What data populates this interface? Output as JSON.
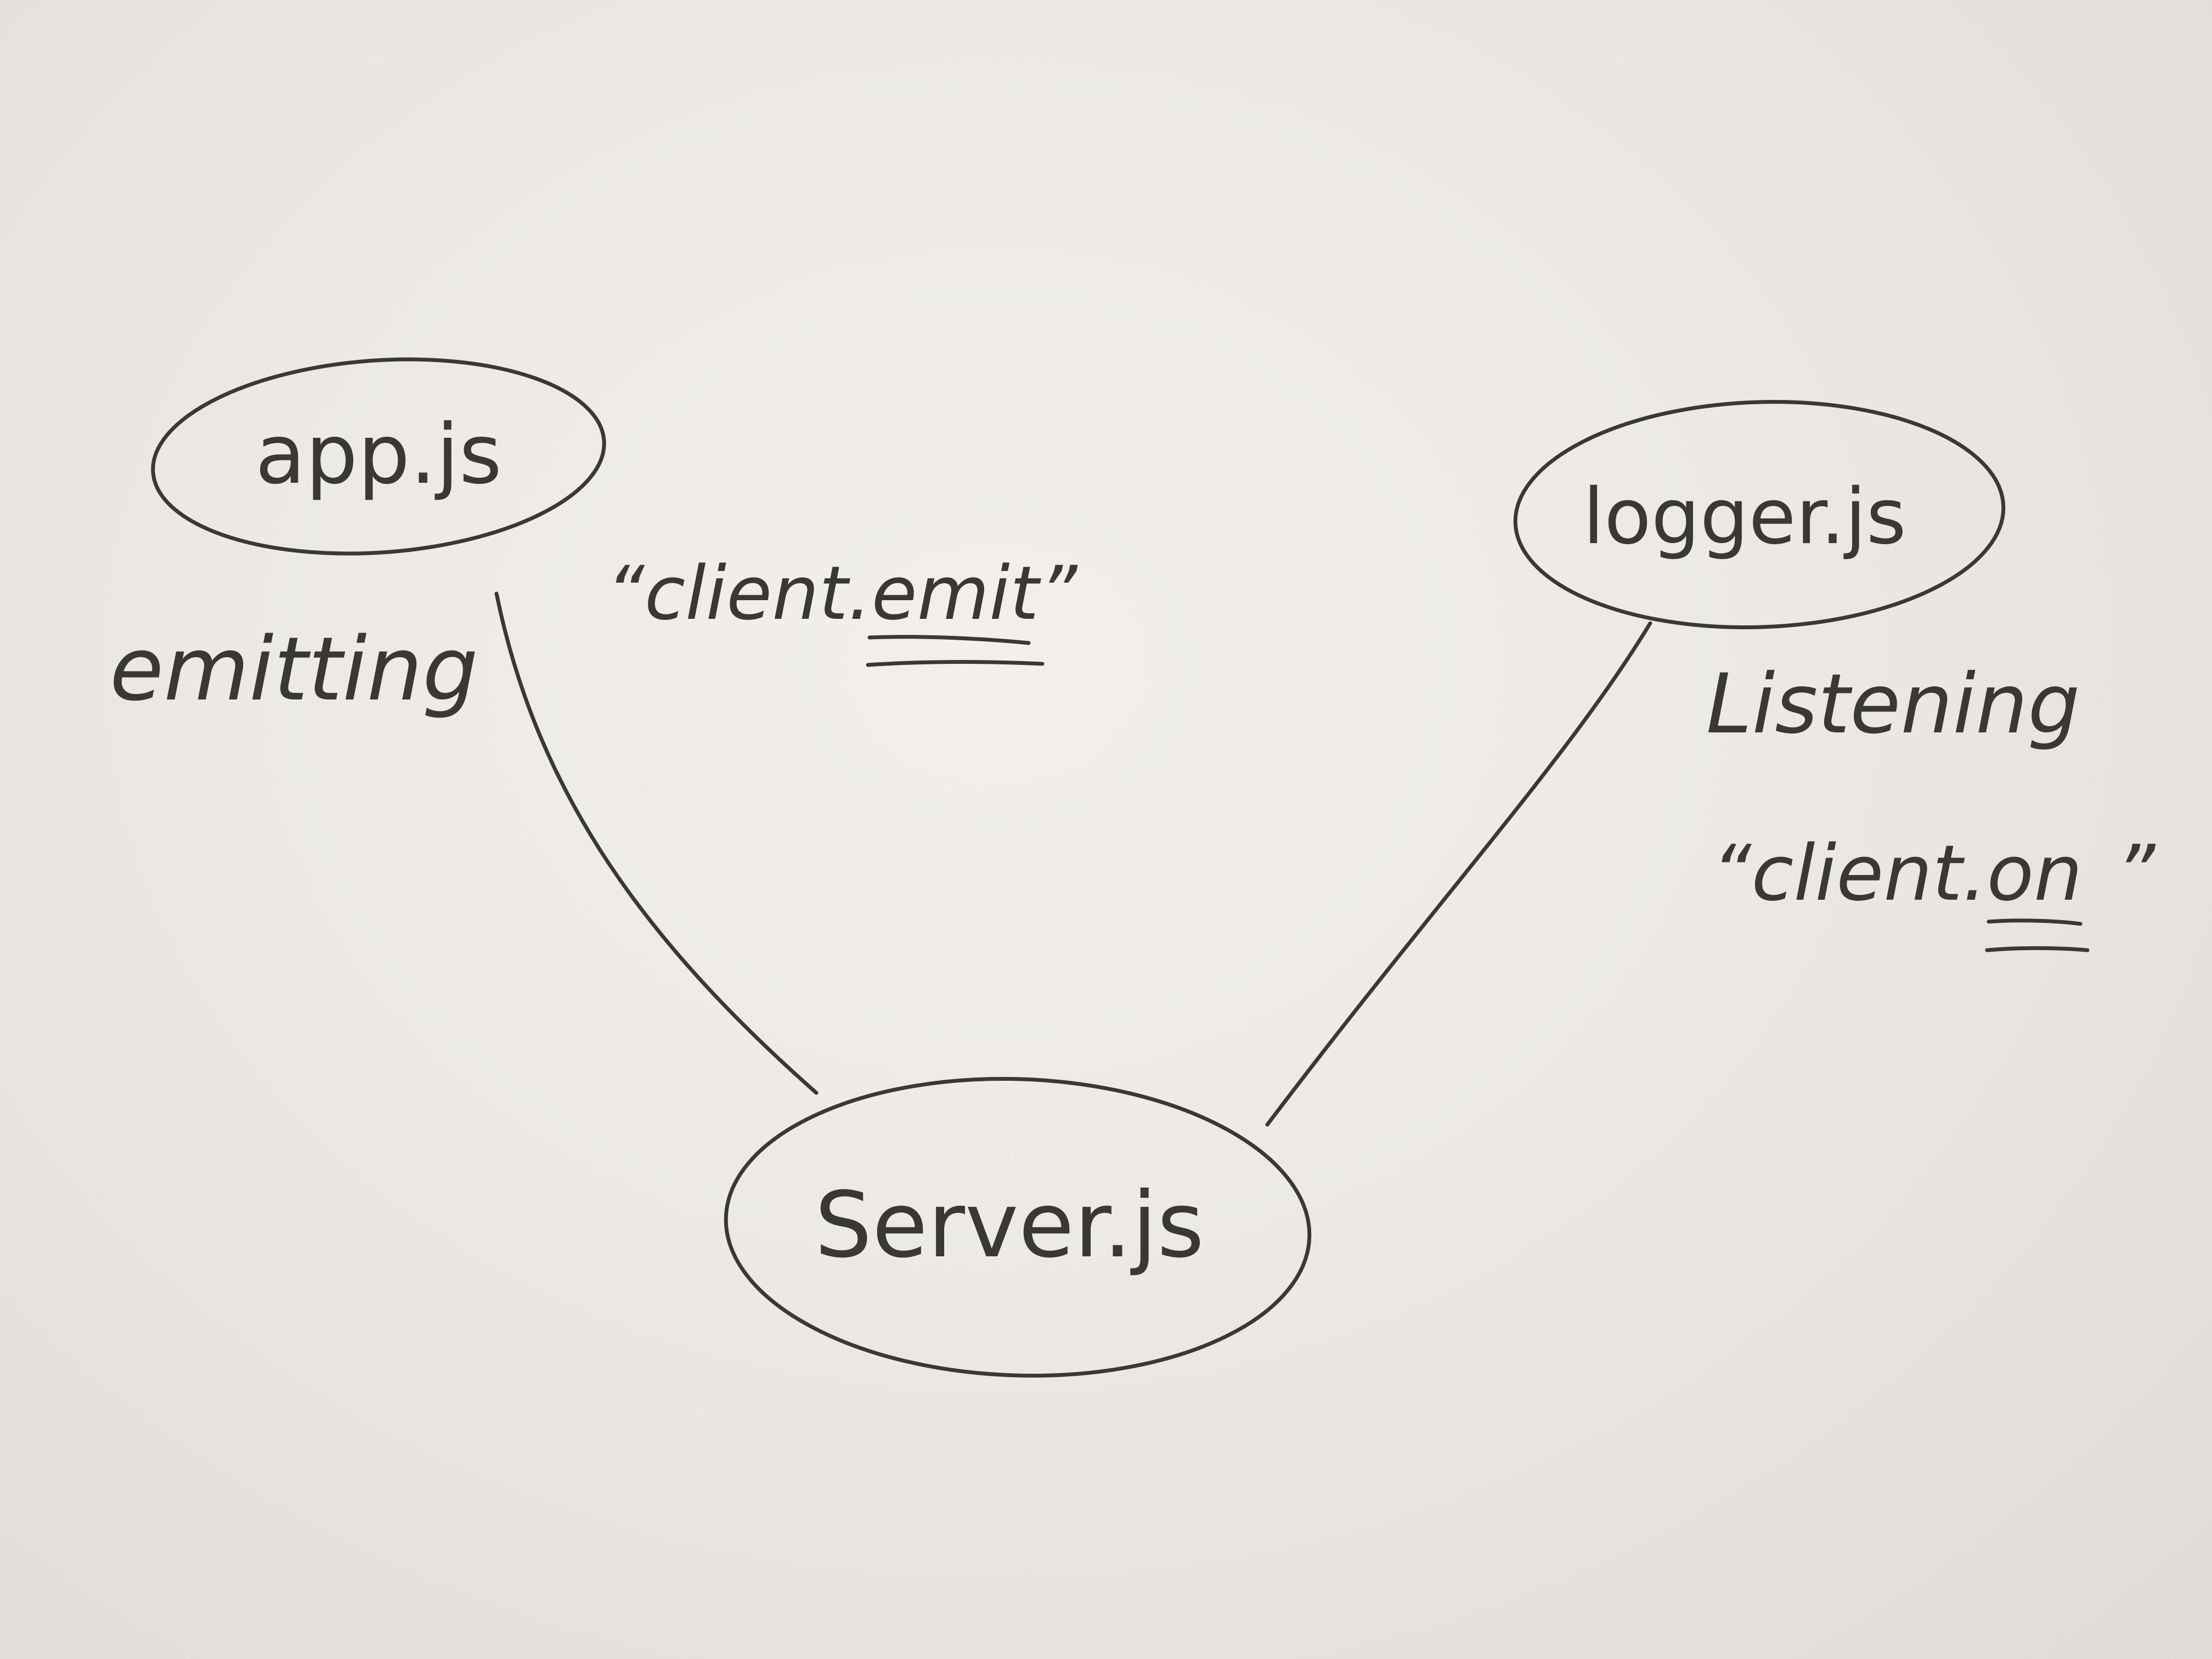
{
  "diagram": {
    "nodes": {
      "app": {
        "label": "app.js"
      },
      "logger": {
        "label": "logger.js"
      },
      "server": {
        "label": "Server.js"
      }
    },
    "edges": {
      "app_to_server": {
        "role_label": "emitting",
        "call_prefix": "“client.",
        "call_method": "emit",
        "call_suffix": "”"
      },
      "logger_to_server": {
        "role_label": "Listening",
        "call_prefix": "“client.",
        "call_method": "on",
        "call_suffix": "”"
      }
    }
  },
  "colors": {
    "ink": "#3a3836",
    "paper": "#ece9e5"
  }
}
